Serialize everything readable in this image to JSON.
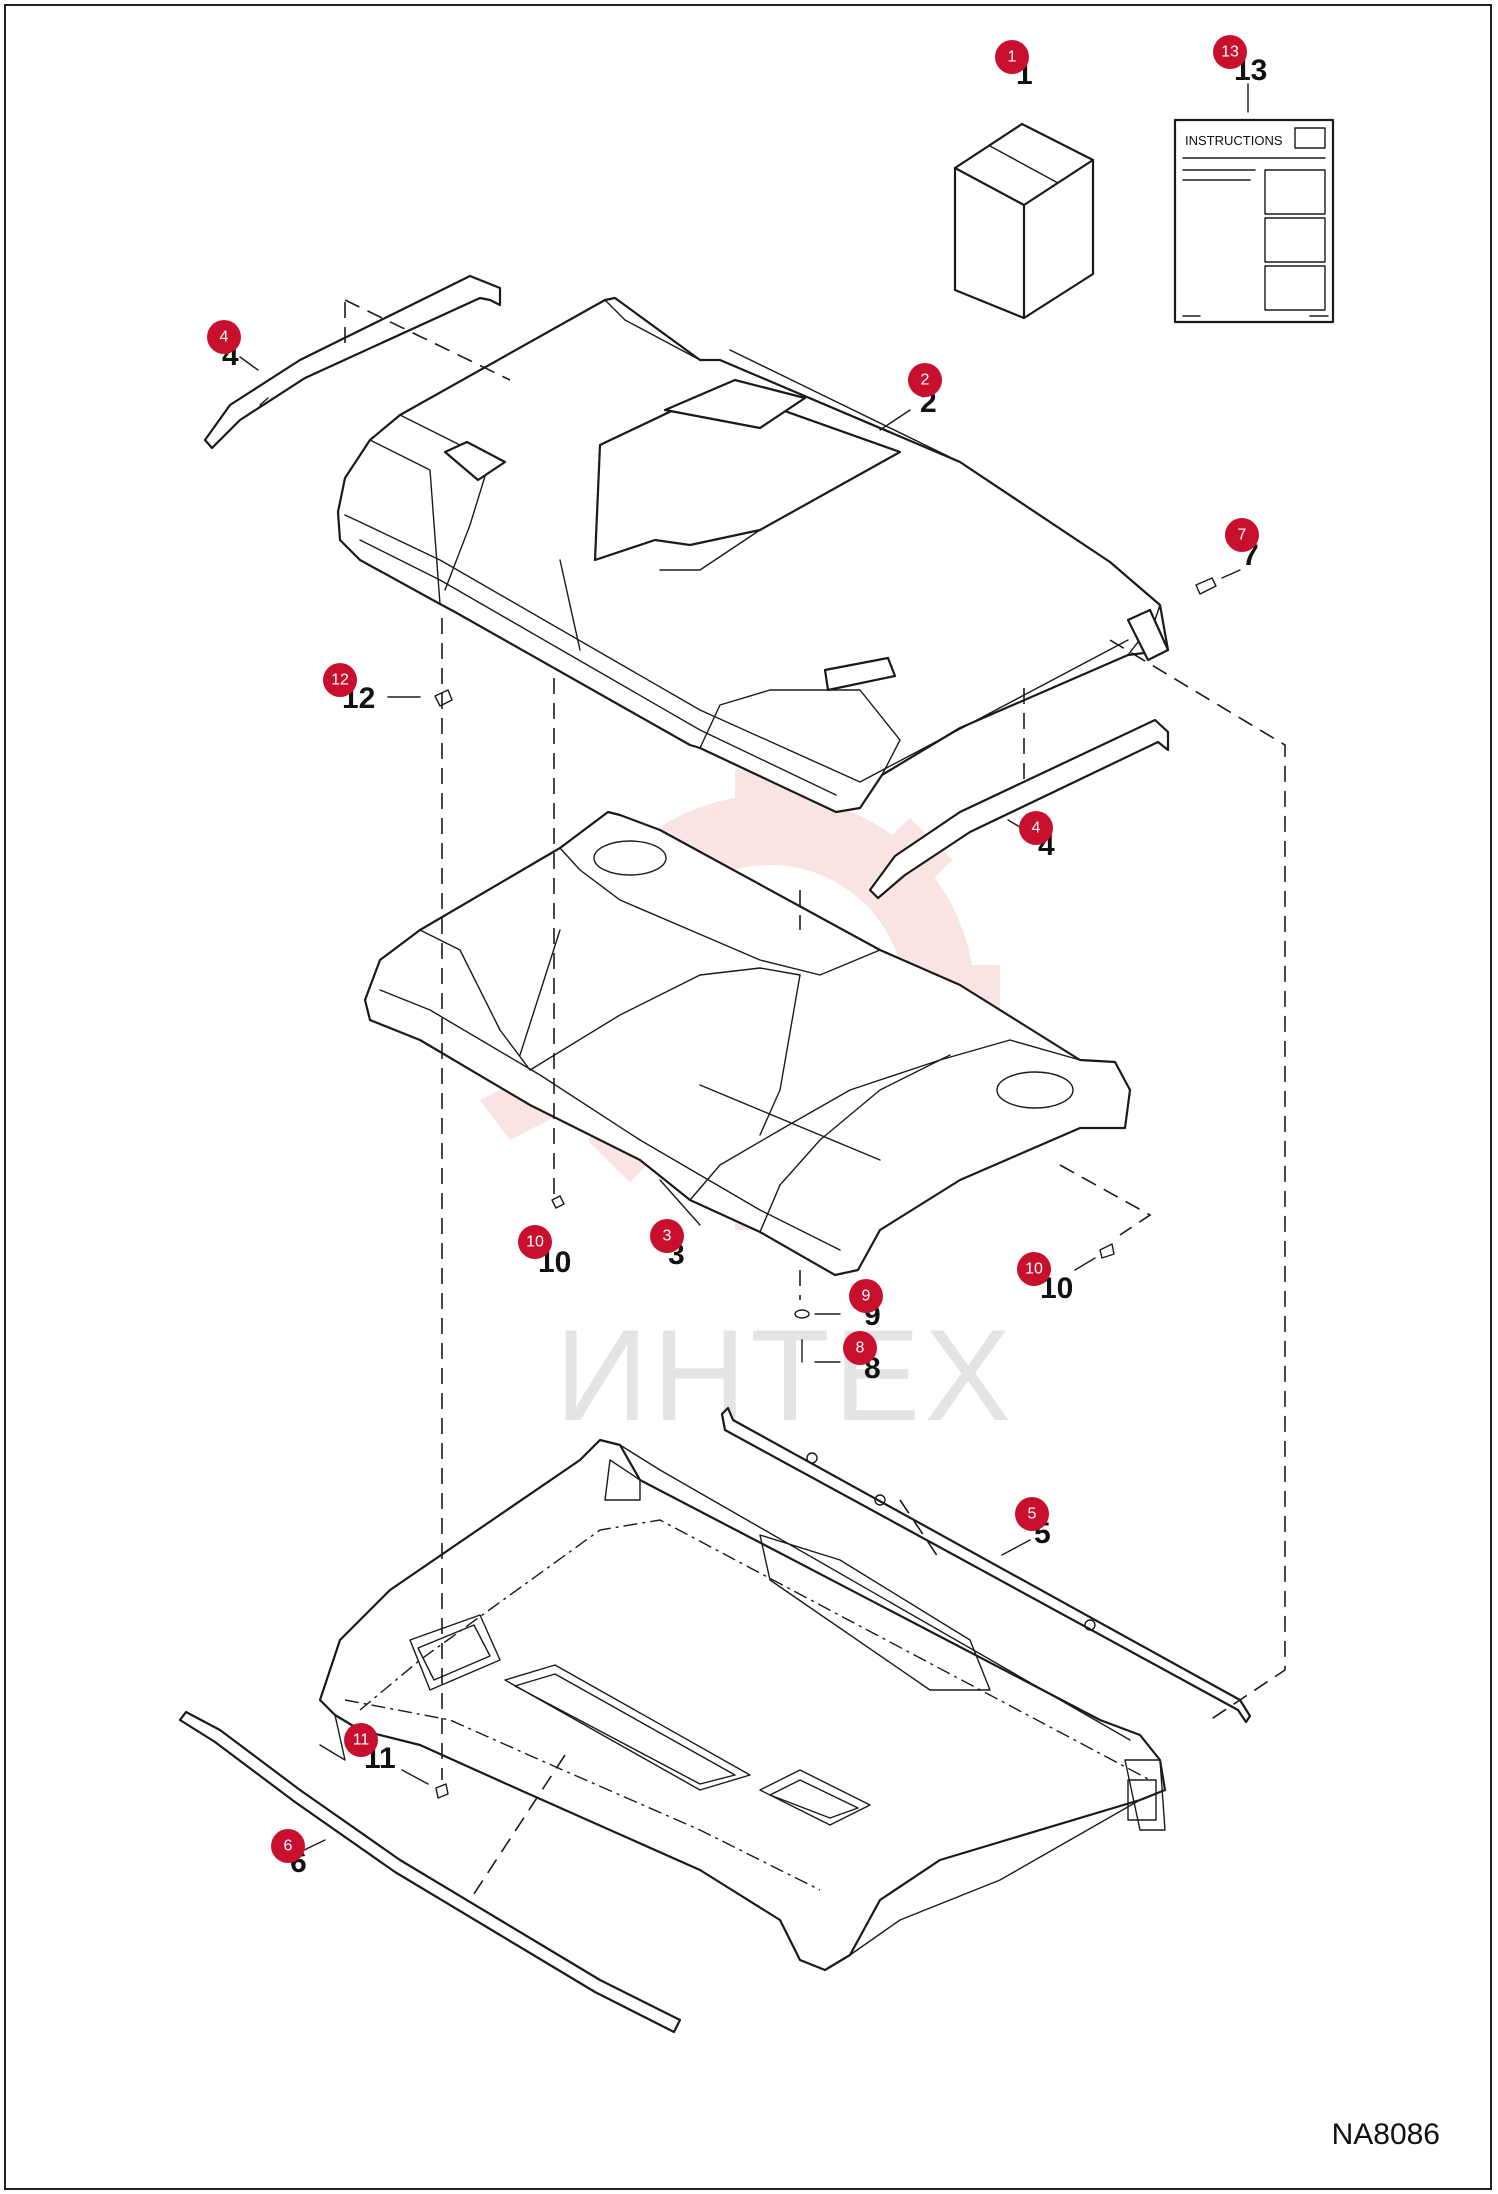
{
  "diagram": {
    "code": "NA8086",
    "watermark": "ИНТЕХ",
    "instructions_label": "INSTRUCTIONS",
    "callouts": [
      {
        "id": "1",
        "number": "1"
      },
      {
        "id": "2",
        "number": "2"
      },
      {
        "id": "3",
        "number": "3"
      },
      {
        "id": "4a",
        "number": "4"
      },
      {
        "id": "4b",
        "number": "4"
      },
      {
        "id": "5",
        "number": "5"
      },
      {
        "id": "6",
        "number": "6"
      },
      {
        "id": "7",
        "number": "7"
      },
      {
        "id": "8",
        "number": "8"
      },
      {
        "id": "9",
        "number": "9"
      },
      {
        "id": "10a",
        "number": "10"
      },
      {
        "id": "10b",
        "number": "10"
      },
      {
        "id": "11",
        "number": "11"
      },
      {
        "id": "12",
        "number": "12"
      },
      {
        "id": "13",
        "number": "13"
      }
    ],
    "marker_color": "#c8102e"
  }
}
